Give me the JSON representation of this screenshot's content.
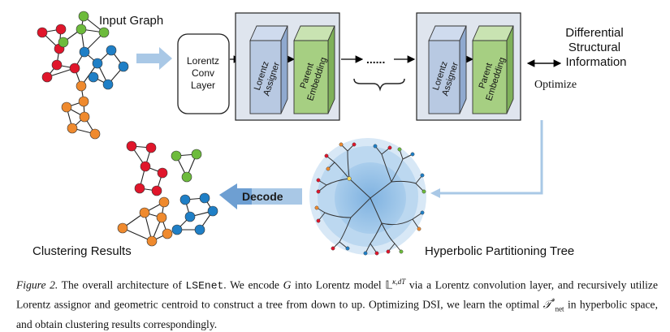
{
  "labels": {
    "input_graph": "Input Graph",
    "lorentz_conv": [
      "Lorentz",
      "Conv",
      "Layer"
    ],
    "lorentz_assigner": [
      "Lorentz",
      "Assigner"
    ],
    "parent_embedding": [
      "Parent",
      "Embedding"
    ],
    "ellipsis": "......",
    "dsi": [
      "Differential",
      "Structural",
      "Information"
    ],
    "optimize": "Optimize",
    "decode": "Decode",
    "clustering_results": "Clustering Results",
    "hyperbolic_tree": "Hyperbolic Partitioning Tree"
  },
  "caption": {
    "fig_label": "Figure 2.",
    "t1": " The overall architecture of ",
    "model": "LSEnet",
    "t2": ". We encode ",
    "g": "G",
    "t3": " into Lorentz model ",
    "lmodel": "𝕃",
    "lsup": "κ,dT",
    "t4": " via a Lorentz convolution layer, and recursively utilize Lorentz assignor and geometric centroid to construct a tree from down to up. Optimizing DSI, we learn the optimal ",
    "tnet": "𝒯",
    "tsup": "*",
    "tsub": "net",
    "t5": " in hyperbolic space, and obtain clustering results correspondingly."
  },
  "colors": {
    "red": "#e0162b",
    "green": "#6dbb3c",
    "blue": "#1f7fc6",
    "orange": "#ef8a2e",
    "assigner": "#b8c9e2",
    "embedding": "#a6cf82",
    "panel": "#dfe5ee",
    "flow_arrow": "#a9c8e6",
    "disk_outer": "#d8e8f6",
    "disk_inner": "#8cbbe5"
  }
}
